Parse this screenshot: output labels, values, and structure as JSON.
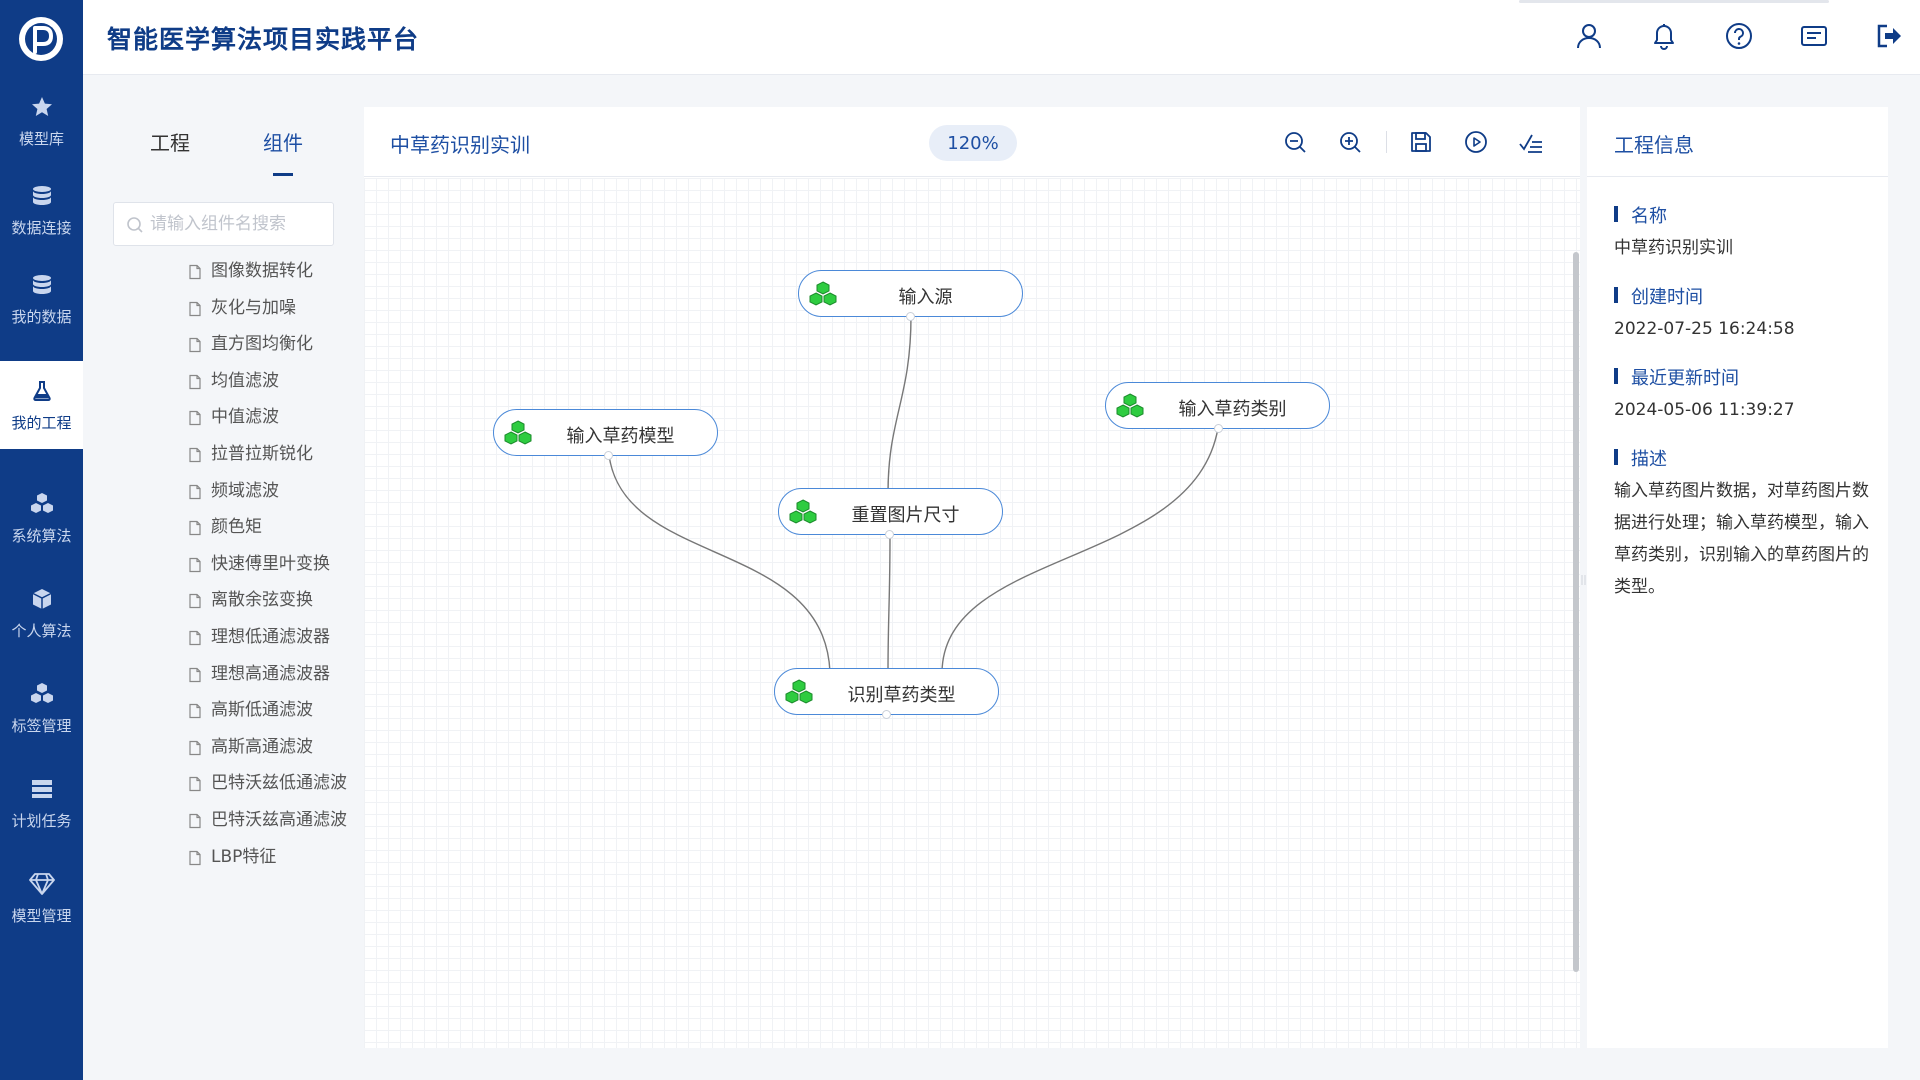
{
  "app": {
    "title": "智能医学算法项目实践平台"
  },
  "sidebar": {
    "items": [
      {
        "label": "模型库",
        "icon": "star-icon"
      },
      {
        "label": "数据连接",
        "icon": "database-icon"
      },
      {
        "label": "我的数据",
        "icon": "database-icon"
      },
      {
        "label": "我的工程",
        "icon": "flask-icon",
        "active": true
      },
      {
        "label": "系统算法",
        "icon": "cubes-icon"
      },
      {
        "label": "个人算法",
        "icon": "cube-icon"
      },
      {
        "label": "标签管理",
        "icon": "cubes-icon"
      },
      {
        "label": "计划任务",
        "icon": "list-icon"
      },
      {
        "label": "模型管理",
        "icon": "diamond-icon"
      }
    ]
  },
  "header": {
    "icons": [
      "user-icon",
      "bell-icon",
      "help-icon",
      "message-icon",
      "logout-icon"
    ]
  },
  "components": {
    "tabs": [
      "工程",
      "组件"
    ],
    "active_tab": "组件",
    "search_placeholder": "请输入组件名搜索",
    "items": [
      "图像数据转化",
      "灰化与加噪",
      "直方图均衡化",
      "均值滤波",
      "中值滤波",
      "拉普拉斯锐化",
      "频域滤波",
      "颜色矩",
      "快速傅里叶变换",
      "离散余弦变换",
      "理想低通滤波器",
      "理想高通滤波器",
      "高斯低通滤波",
      "高斯高通滤波",
      "巴特沃兹低通滤波",
      "巴特沃兹高通滤波",
      "LBP特征"
    ]
  },
  "canvas": {
    "title": "中草药识别实训",
    "zoom": "120%",
    "tools": [
      "zoom-out-icon",
      "zoom-in-icon",
      "save-icon",
      "run-icon",
      "check-list-icon"
    ],
    "nodes": [
      {
        "id": "input-source",
        "label": "输入源"
      },
      {
        "id": "input-herb-model",
        "label": "输入草药模型"
      },
      {
        "id": "input-herb-category",
        "label": "输入草药类别"
      },
      {
        "id": "resize-image",
        "label": "重置图片尺寸"
      },
      {
        "id": "identify-herb-type",
        "label": "识别草药类型"
      }
    ],
    "edges": [
      {
        "from": "input-source",
        "to": "resize-image"
      },
      {
        "from": "input-herb-model",
        "to": "identify-herb-type"
      },
      {
        "from": "resize-image",
        "to": "identify-herb-type"
      },
      {
        "from": "input-herb-category",
        "to": "identify-herb-type"
      }
    ]
  },
  "info": {
    "title": "工程信息",
    "name_label": "名称",
    "name_value": "中草药识别实训",
    "created_label": "创建时间",
    "created_value": "2022-07-25 16:24:58",
    "updated_label": "最近更新时间",
    "updated_value": "2024-05-06 11:39:27",
    "desc_label": "描述",
    "desc_value": "输入草药图片数据，对草药图片数据进行处理；输入草药模型，输入草药类别，识别输入的草药图片的类型。"
  },
  "colors": {
    "nav_bg": "#0f3c87",
    "accent": "#1e4fa3",
    "node_border": "#4b89d8",
    "node_icon": "#2ecc40"
  }
}
